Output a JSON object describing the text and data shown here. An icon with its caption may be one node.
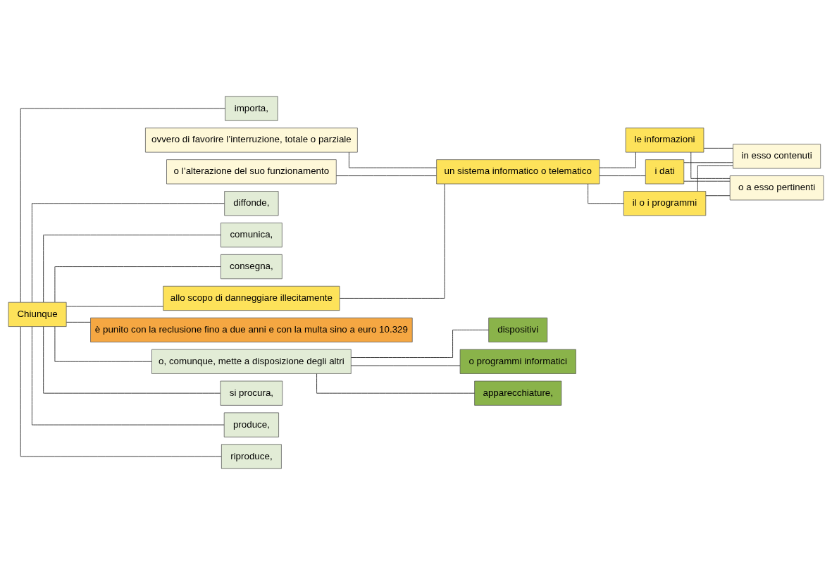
{
  "diagram": {
    "nodes": [
      {
        "text": [
          "Chiunque"
        ]
      },
      {
        "text": [
          "allo scopo di danneggiare illecitamente"
        ]
      },
      {
        "text": [
          "ovvero di favorire l’interruzione, totale o parziale"
        ]
      },
      {
        "text": [
          "o l’alterazione del suo funzionamento"
        ]
      },
      {
        "text": [
          "un sistema informatico o telematico"
        ]
      },
      {
        "text": [
          "le informazioni"
        ]
      },
      {
        "text": [
          "i dati"
        ]
      },
      {
        "text": [
          "il o i programmi"
        ]
      },
      {
        "text": [
          "in esso contenuti"
        ]
      },
      {
        "text": [
          "o a esso pertinenti"
        ]
      },
      {
        "text": [
          "si procura,"
        ]
      },
      {
        "text": [
          "produce,"
        ]
      },
      {
        "text": [
          "riproduce,"
        ]
      },
      {
        "text": [
          "importa,"
        ]
      },
      {
        "text": [
          "diffonde,"
        ]
      },
      {
        "text": [
          "comunica,"
        ]
      },
      {
        "text": [
          "consegna,"
        ]
      },
      {
        "text": [
          "o, comunque, mette a disposizione degli altri"
        ]
      },
      {
        "text": [
          "apparecchiature,"
        ]
      },
      {
        "text": [
          "dispositivi"
        ]
      },
      {
        "text": [
          "o programmi informatici"
        ]
      },
      {
        "text": [
          "è punito con la reclusione fino a due anni e con la multa sino a euro 10.329"
        ]
      }
    ],
    "edges": [
      {
        "from": 0,
        "to": 1,
        "arrow": "none"
      },
      {
        "from": 0,
        "to": 10,
        "arrow": "none"
      },
      {
        "from": 0,
        "to": 11,
        "arrow": "none"
      },
      {
        "from": 0,
        "to": 12,
        "arrow": "none"
      },
      {
        "from": 0,
        "to": 13,
        "arrow": "none"
      },
      {
        "from": 0,
        "to": 14,
        "arrow": "none"
      },
      {
        "from": 0,
        "to": 15,
        "arrow": "none"
      },
      {
        "from": 0,
        "to": 16,
        "arrow": "none"
      },
      {
        "from": 0,
        "to": 17,
        "arrow": "none"
      },
      {
        "from": 0,
        "to": 21,
        "arrow": "none"
      },
      {
        "from": 1,
        "to": 4,
        "arrow": "none"
      },
      {
        "from": 2,
        "to": 4,
        "arrow": "none"
      },
      {
        "from": 3,
        "to": 4,
        "arrow": "none"
      },
      {
        "from": 4,
        "to": 5,
        "arrow": "none"
      },
      {
        "from": 4,
        "to": 6,
        "arrow": "none"
      },
      {
        "from": 4,
        "to": 7,
        "arrow": "none"
      },
      {
        "from": 5,
        "to": 8,
        "arrow": "none"
      },
      {
        "from": 6,
        "to": 8,
        "arrow": "none"
      },
      {
        "from": 7,
        "to": 8,
        "arrow": "none"
      },
      {
        "from": 5,
        "to": 9,
        "arrow": "none"
      },
      {
        "from": 6,
        "to": 9,
        "arrow": "none"
      },
      {
        "from": 7,
        "to": 9,
        "arrow": "none"
      },
      {
        "from": 17,
        "to": 18,
        "arrow": "none"
      },
      {
        "from": 17,
        "to": 19,
        "arrow": "none"
      },
      {
        "from": 17,
        "to": 20,
        "arrow": "none"
      }
    ]
  }
}
